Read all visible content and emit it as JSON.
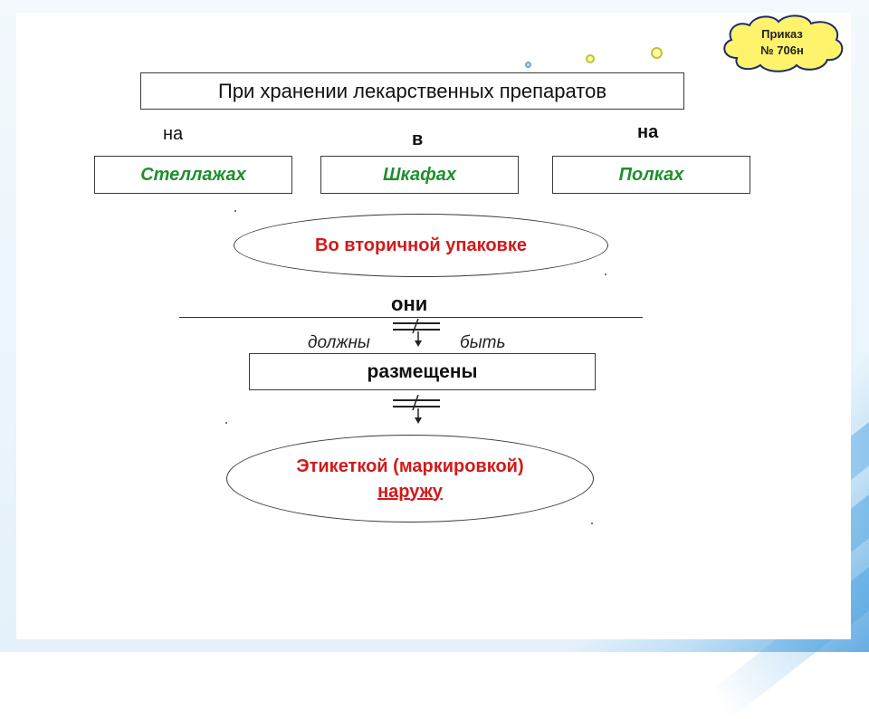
{
  "title": "При хранении лекарственных препаратов",
  "connectors": {
    "left": "на",
    "middle": "в",
    "right": "на"
  },
  "storage_places": [
    "Стеллажах",
    "Шкафах",
    "Полках"
  ],
  "packaging": "Во вторичной упаковке",
  "subject": "они",
  "modal_left": "должны",
  "modal_right": "быть",
  "placed": "размещены",
  "label_line1": "Этикеткой (маркировкой)",
  "label_line2": "наружу",
  "order": {
    "line1": "Приказ",
    "line2": "№ 706н"
  },
  "colors": {
    "green_text": "#1f8f2d",
    "red_text": "#d11a1a",
    "cloud_fill": "#fff36b",
    "border": "#3a3a3a"
  }
}
